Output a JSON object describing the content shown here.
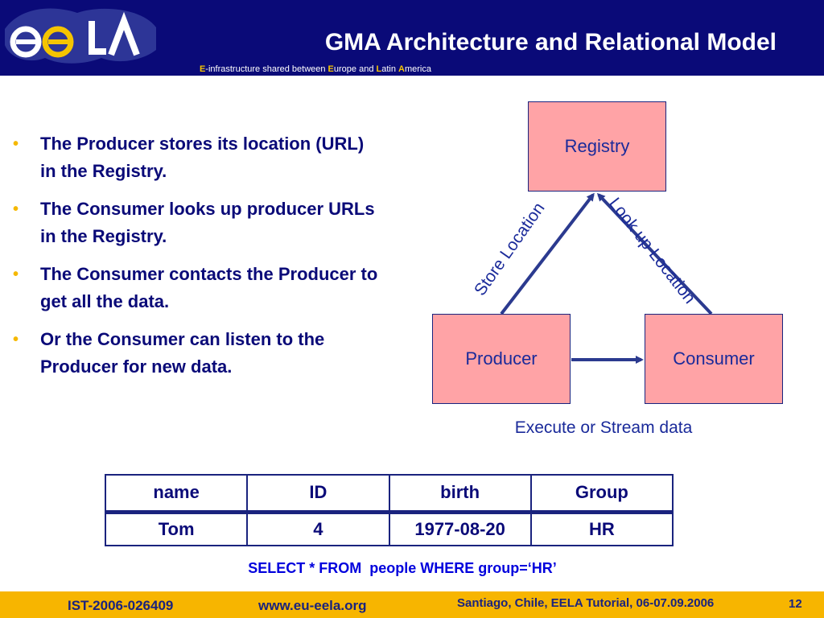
{
  "header": {
    "title": "GMA Architecture and Relational Model",
    "subtitle": {
      "e1": "E",
      "t1": "-infrastructure shared between ",
      "e2": "E",
      "t2": "urope and ",
      "e3": "L",
      "t3": "atin ",
      "e4": "A",
      "t4": "merica"
    },
    "logo": "eela-logo-icon",
    "colors": {
      "background": "#0a0a78",
      "accent": "#f5c400"
    }
  },
  "bullets": [
    "The Producer stores its location (URL) in the Registry.",
    "The Consumer looks up producer URLs in the Registry.",
    "The Consumer contacts the Producer to get all the data.",
    "Or the Consumer can listen to the Producer for new data."
  ],
  "diagram": {
    "nodes": {
      "registry": "Registry",
      "producer": "Producer",
      "consumer": "Consumer"
    },
    "edges": {
      "store": "Store Location",
      "lookup": "Look up Location",
      "stream": "Execute or Stream data"
    },
    "box_color": "#ffa3a6"
  },
  "table": {
    "headers": [
      "name",
      "ID",
      "birth",
      "Group"
    ],
    "rows": [
      [
        "Tom",
        "4",
        "1977-08-20",
        "HR"
      ]
    ]
  },
  "sql": "SELECT * FROM  people WHERE group=‘HR’",
  "footer": {
    "project": "IST-2006-026409",
    "url": "www.eu-eela.org",
    "event": "Santiago, Chile, EELA Tutorial, 06-07.09.2006",
    "page": "12",
    "color": "#f7b500"
  }
}
